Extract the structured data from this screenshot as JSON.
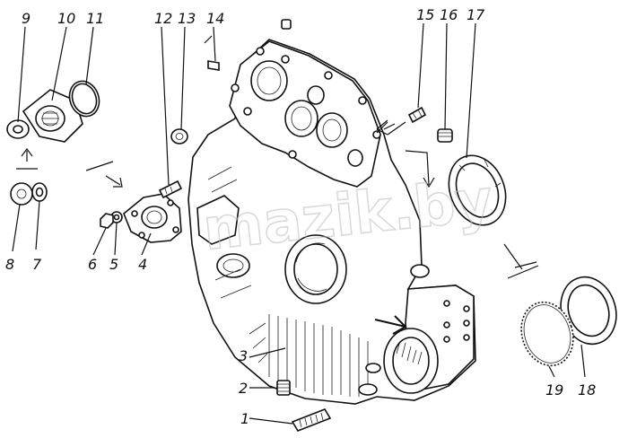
{
  "watermark": "mazik.by",
  "callouts": [
    {
      "n": "1"
    },
    {
      "n": "2"
    },
    {
      "n": "3"
    },
    {
      "n": "4"
    },
    {
      "n": "5"
    },
    {
      "n": "6"
    },
    {
      "n": "7"
    },
    {
      "n": "8"
    },
    {
      "n": "9"
    },
    {
      "n": "10"
    },
    {
      "n": "11"
    },
    {
      "n": "12"
    },
    {
      "n": "13"
    },
    {
      "n": "14"
    },
    {
      "n": "15"
    },
    {
      "n": "16"
    },
    {
      "n": "17"
    },
    {
      "n": "18"
    },
    {
      "n": "19"
    }
  ]
}
